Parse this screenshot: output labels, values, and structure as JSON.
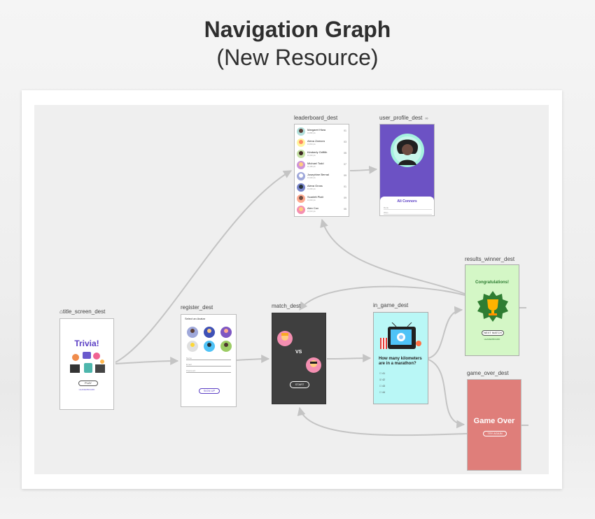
{
  "heading": {
    "title": "Navigation Graph",
    "subtitle": "(New Resource)"
  },
  "destinations": {
    "title_screen": {
      "label": "title_screen_dest",
      "heading": "Trivia!",
      "button": "PLAY",
      "link": "LEADERBOARD"
    },
    "register": {
      "label": "register_dest",
      "heading": "Select an Avatar",
      "fields": [
        "Name",
        "Email",
        "Password"
      ],
      "button": "SIGN UP"
    },
    "match": {
      "label": "match_dest",
      "vs": "VS",
      "button": "START"
    },
    "in_game": {
      "label": "in_game_dest",
      "question": "How many kilometers are in a marathon?",
      "options": [
        "41",
        "42",
        "43",
        "44"
      ]
    },
    "leaderboard": {
      "label": "leaderboard_dest",
      "rows": [
        {
          "name": "Margaret Hiwa",
          "sub": "10,880 pts",
          "score": "01"
        },
        {
          "name": "Alexa Zamora",
          "sub": "10,810 pts",
          "score": "03"
        },
        {
          "name": "Kimberly Griffith",
          "sub": "10,220 pts",
          "score": "05"
        },
        {
          "name": "Michael Todd",
          "sub": "10,180 pts",
          "score": "07"
        },
        {
          "name": "Josephine Bernal",
          "sub": "10,090 pts",
          "score": "09"
        },
        {
          "name": "Alexa Gross",
          "sub": "10,060 pts",
          "score": "01"
        },
        {
          "name": "Scarlett Platt",
          "sub": "10,040 pts",
          "score": "09"
        },
        {
          "name": "Alex Cox",
          "sub": "10,010 pts",
          "score": "05"
        }
      ]
    },
    "user_profile": {
      "label": "user_profile_dest",
      "name": "Ali Connors",
      "lines": [
        "Rank",
        "Wins"
      ]
    },
    "results_winner": {
      "label": "results_winner_dest",
      "heading": "Congratulations!",
      "button": "NEXT MATCH",
      "link": "LEADERBOARD"
    },
    "game_over": {
      "label": "game_over_dest",
      "heading": "Game Over",
      "button": "TRY AGAIN"
    }
  },
  "colors": {
    "accent": "#5b3fc4",
    "profile_bg": "#6c52c4",
    "match_bg": "#3f3f3f",
    "in_game_bg": "#b9f7f6",
    "winner_bg": "#d4f7c6",
    "game_over_bg": "#df7e7a",
    "edge": "#c4c4c4"
  },
  "icons": {
    "start_destination": "home-icon",
    "deep_link": "link-icon"
  }
}
